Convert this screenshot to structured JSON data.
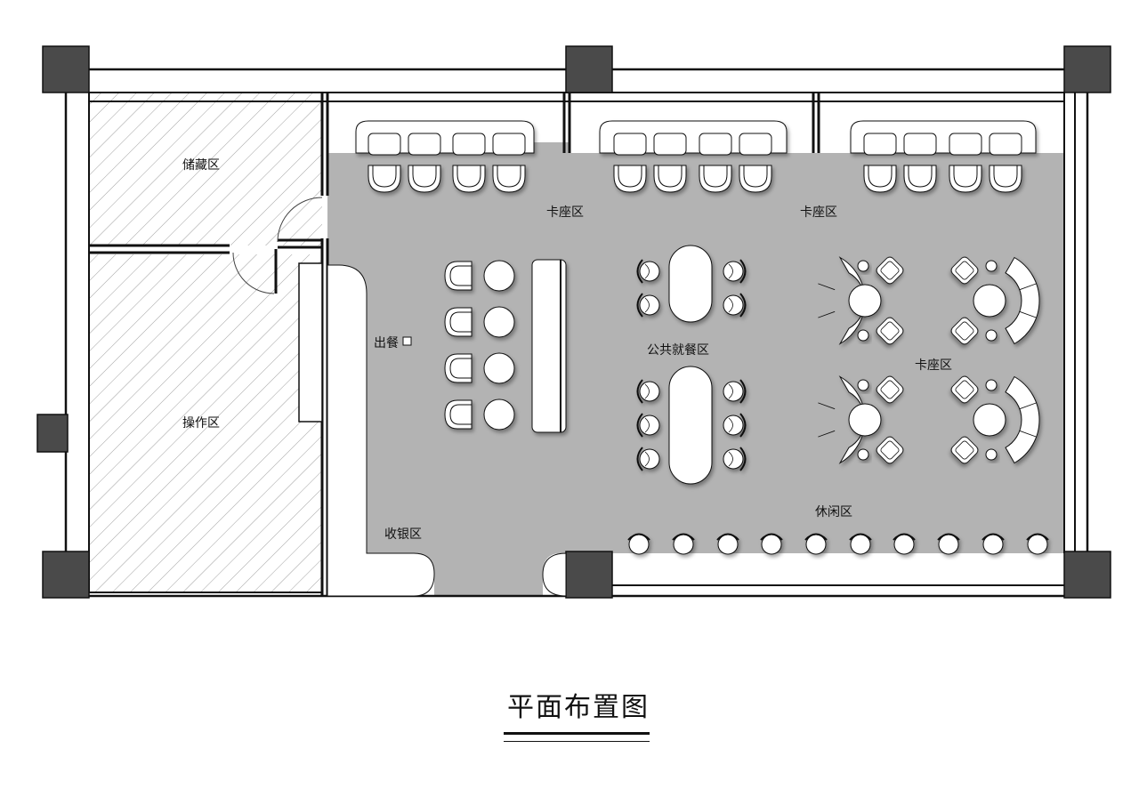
{
  "zones": {
    "storage": "储藏区",
    "operation": "操作区",
    "booth_top_left": "卡座区",
    "booth_top_right": "卡座区",
    "booth_right": "卡座区",
    "serving": "出餐",
    "public_dining": "公共就餐区",
    "cashier": "收银区",
    "lounge": "休闲区"
  },
  "title": "平面布置图",
  "colors": {
    "floor": "#b3b3b3",
    "column": "#4a4a4a",
    "wall": "#111111",
    "furniture": "#ffffff",
    "hatch": "#9a9a9a"
  }
}
